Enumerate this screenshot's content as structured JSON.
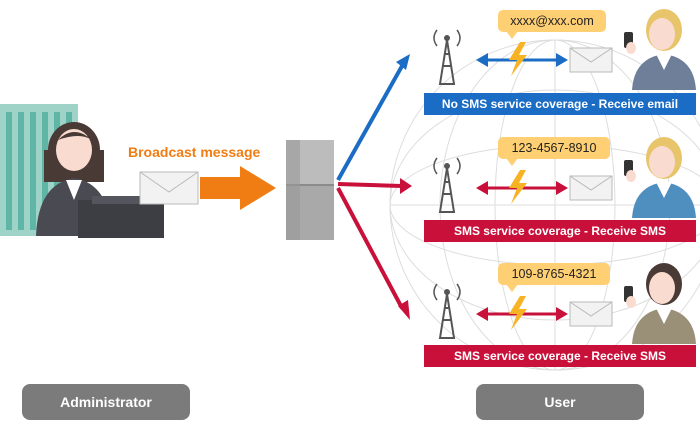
{
  "broadcast": {
    "label": "Broadcast message"
  },
  "users": [
    {
      "contact": "xxxx@xxx.com",
      "banner": "No SMS service coverage - Receive email",
      "color": "#1b6cc4"
    },
    {
      "contact": "123-4567-8910",
      "banner": "SMS service coverage - Receive SMS",
      "color": "#c8103a"
    },
    {
      "contact": "109-8765-4321",
      "banner": "SMS service coverage - Receive SMS",
      "color": "#c8103a"
    }
  ],
  "footer": {
    "administrator": "Administrator",
    "user": "User"
  },
  "colors": {
    "orange": "#f07d14",
    "blue": "#1b6cc4",
    "red": "#c8103a",
    "bubble": "#ffcf73",
    "gray_button": "#7b7b7b"
  }
}
